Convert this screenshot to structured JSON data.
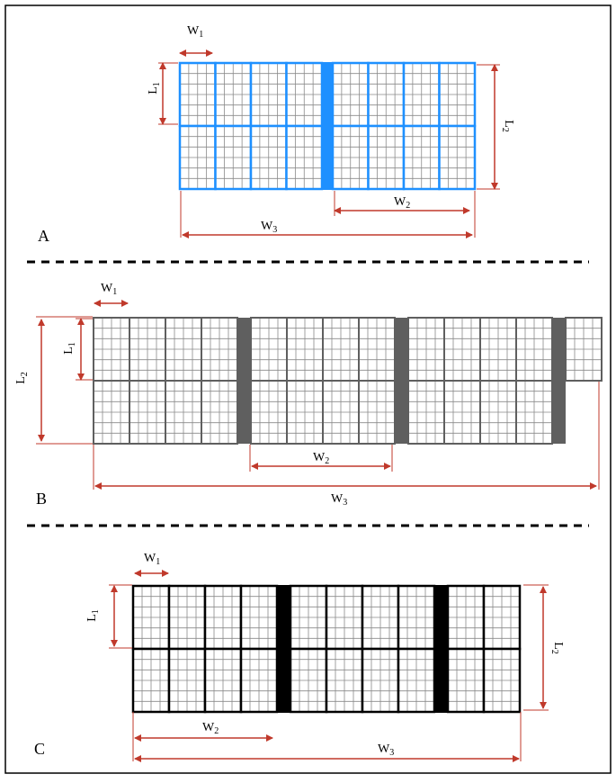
{
  "colors": {
    "frame": "#000000",
    "dimension": "#c0392b",
    "panel_a": "#1e90ff",
    "panel_b": "#5f5f5f",
    "panel_c": "#000000",
    "grid_line": "#808080"
  },
  "panels": [
    {
      "id": "a",
      "letter": "A",
      "labels": {
        "w1": "W",
        "w2": "W",
        "w3": "W",
        "l1": "L",
        "l2": "L"
      },
      "subscripts": {
        "w1": "1",
        "w2": "2",
        "w3": "3",
        "l1": "1",
        "l2": "2"
      }
    },
    {
      "id": "b",
      "letter": "B",
      "labels": {
        "w1": "W",
        "w2": "W",
        "w3": "W",
        "l1": "L",
        "l2": "L"
      },
      "subscripts": {
        "w1": "1",
        "w2": "2",
        "w3": "3",
        "l1": "1",
        "l2": "2"
      }
    },
    {
      "id": "c",
      "letter": "C",
      "labels": {
        "w1": "W",
        "w2": "W",
        "w3": "W",
        "l1": "L",
        "l2": "L"
      },
      "subscripts": {
        "w1": "1",
        "w2": "2",
        "w3": "3",
        "l1": "1",
        "l2": "2"
      }
    }
  ]
}
